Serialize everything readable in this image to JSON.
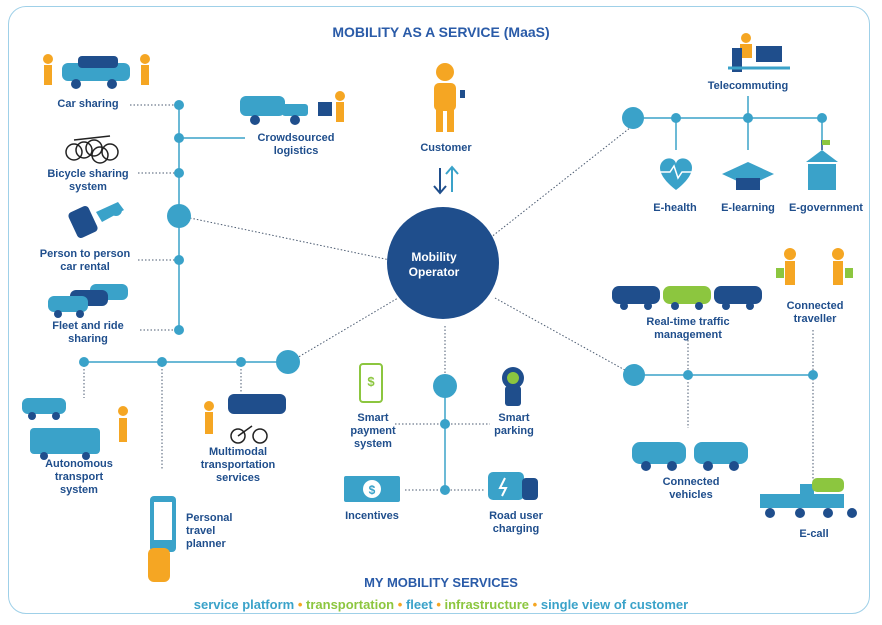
{
  "title": "MOBILITY AS A SERVICE (MaaS)",
  "hub": {
    "line1": "Mobility",
    "line2": "Operator"
  },
  "customer": "Customer",
  "left": {
    "car_sharing": "Car sharing",
    "crowdsourced_1": "Crowdsourced",
    "crowdsourced_2": "logistics",
    "bike_1": "Bicycle sharing",
    "bike_2": "system",
    "p2p_1": "Person to person",
    "p2p_2": "car rental",
    "fleet_1": "Fleet and ride",
    "fleet_2": "sharing"
  },
  "lower_left": {
    "auto_1": "Autonomous",
    "auto_2": "transport",
    "auto_3": "system",
    "multi_1": "Multimodal",
    "multi_2": "transportation",
    "multi_3": "services",
    "planner_1": "Personal",
    "planner_2": "travel",
    "planner_3": "planner"
  },
  "center": {
    "pay_1": "Smart",
    "pay_2": "payment",
    "pay_3": "system",
    "park_1": "Smart",
    "park_2": "parking",
    "incentives": "Incentives",
    "road_1": "Road user",
    "road_2": "charging"
  },
  "upper_right": {
    "telecommuting": "Telecommuting",
    "ehealth": "E-health",
    "elearning": "E-learning",
    "egov": "E-government"
  },
  "lower_right": {
    "traffic_1": "Real-time traffic",
    "traffic_2": "management",
    "traveller_1": "Connected",
    "traveller_2": "traveller",
    "vehicles_1": "Connected",
    "vehicles_2": "vehicles",
    "ecall": "E-call"
  },
  "footer": {
    "title": "MY MOBILITY SERVICES",
    "items": [
      "service platform",
      "transportation",
      "fleet",
      "infrastructure",
      "single view of customer"
    ],
    "separator": "•"
  },
  "colors": {
    "dark_blue": "#1f4e8c",
    "light_blue": "#3aa2c9",
    "green": "#8cc63f",
    "orange": "#f5a623"
  }
}
